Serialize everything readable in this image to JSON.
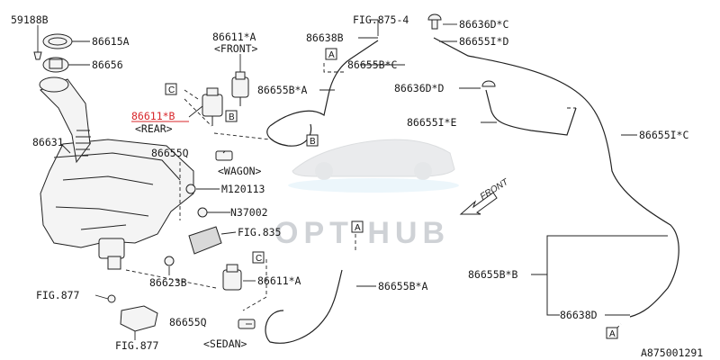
{
  "watermark": "OPT HUB",
  "diagram_code": "A875001291",
  "front_arrow_label": "FRONT",
  "callouts": {
    "p59188B": "59188B",
    "p86615A": "86615A",
    "p86656": "86656",
    "p86631": "86631",
    "p86611A_front": "86611*A",
    "front_note": "<FRONT>",
    "p86611B": "86611*B",
    "rear_note": "<REAR>",
    "p86655Q_top": "86655Q",
    "wagon_note": "<WAGON>",
    "m120113": "M120113",
    "n37002": "N37002",
    "fig835": "FIG.835",
    "p86623B": "86623B",
    "p86611A_lower": "86611*A",
    "fig877_a": "FIG.877",
    "fig877_b": "FIG.877",
    "p86655Q_bottom": "86655Q",
    "sedan_note": "<SEDAN>",
    "fig875_4": "FIG.875-4",
    "p86638B": "86638B",
    "p86655B_C": "86655B*C",
    "p86655B_A_top": "86655B*A",
    "p86655B_A_bottom": "86655B*A",
    "p86636D_C": "86636D*C",
    "p86655I_D": "86655I*D",
    "p86636D_D": "86636D*D",
    "p86655I_E": "86655I*E",
    "p86655I_C": "86655I*C",
    "p86655B_B": "86655B*B",
    "p86638D": "86638D"
  },
  "ref_boxes": {
    "A1": "A",
    "A2": "A",
    "A3": "A",
    "B1": "B",
    "B2": "B",
    "C1": "C",
    "C2": "C"
  }
}
